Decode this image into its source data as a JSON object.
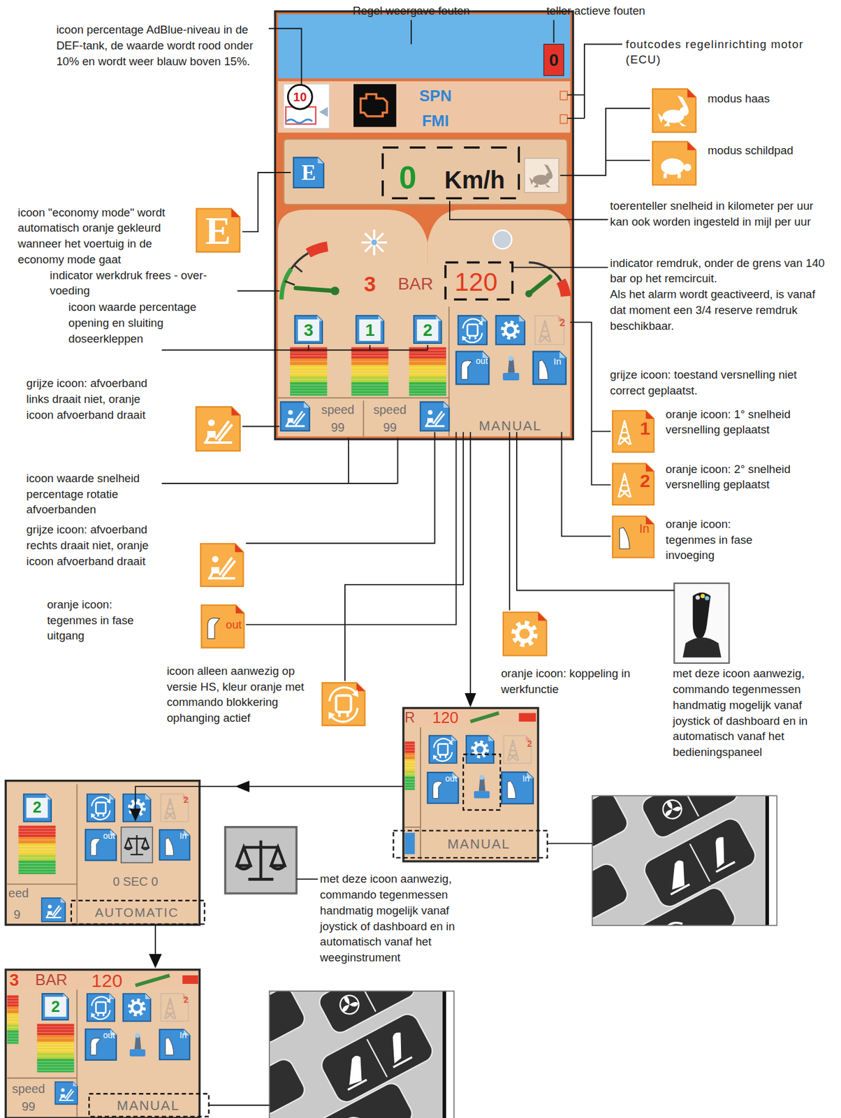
{
  "diagram": {
    "nodes": [
      {
        "text": [
          "E"
        ]
      },
      {
        "text": [
          "1"
        ]
      },
      {
        "text": [
          "2"
        ]
      },
      {
        "text": [
          "In"
        ]
      },
      {
        "text": [
          "out"
        ]
      }
    ],
    "labels": [
      "Regel weergave fouten",
      "teller actieve fouten",
      "icoon percentage AdBlue-niveau in de DEF-tank, de waarde wordt rood onder 10% en wordt weer blauw boven 15%.",
      "foutcodes regelinrichting motor (ECU)",
      "0",
      "10",
      "SPN",
      "FMI",
      "modus haas",
      "modus schildpad",
      "E",
      "0",
      "Km/h",
      "toerenteller snelheid in kilometer per uur kan ook worden ingesteld in mijl per uur",
      "icoon \"economy mode\" wordt automatisch oranje gekleurd wanneer het voertuig in de economy mode gaat",
      "indicator remdruk, onder de grens van 140 bar op het remcircuit.",
      "Als het alarm wordt geactiveerd, is vanaf dat moment een 3/4 reserve remdruk beschikbaar.",
      "indicator werkdruk frees - over- voeding",
      "3",
      "BAR",
      "120",
      "icoon waarde percentage opening en sluiting doseerkleppen",
      "3",
      "1",
      "2",
      "2",
      "out",
      "In",
      "grijze icoon: toestand versnelling niet correct geplaatst.",
      "grijze icoon: afvoerband links draait niet, oranje icoon afvoerband draait",
      "oranje icoon: 1° snelheid versnelling geplaatst",
      "speed",
      "99",
      "speed",
      "99",
      "MANUAL",
      "oranje icoon: 2° snelheid versnelling geplaatst",
      "icoon waarde snelheid percentage rotatie afvoerbanden",
      "oranje icoon: tegenmes in fase invoeging",
      "grijze icoon: afvoerband rechts draait niet, oranje icoon afvoerband draait",
      "oranje icoon: tegenmes in fase uitgang",
      "icoon alleen aanwezig op versie HS, kleur oranje met commando blokkering ophanging actief",
      "oranje icoon: koppeling in werkfunctie",
      "met deze icoon aanwezig, commando tegenmessen handmatig mogelijk vanaf joystick of dashboard en in automatisch vanaf het bedieningspaneel",
      "R",
      "120",
      "2",
      "out",
      "In",
      "2",
      "2",
      "out",
      "In",
      "MANUAL",
      "0 SEC 0",
      "eed",
      "9",
      "AUTOMATIC",
      "met deze icoon aanwezig, commando tegenmessen handmatig mogelijk vanaf joystick of dashboard en in automatisch vanaf het weeginstrument",
      "3",
      "BAR",
      "120",
      "2",
      "2",
      "out",
      "In",
      "speed",
      "99",
      "MANUAL"
    ]
  }
}
